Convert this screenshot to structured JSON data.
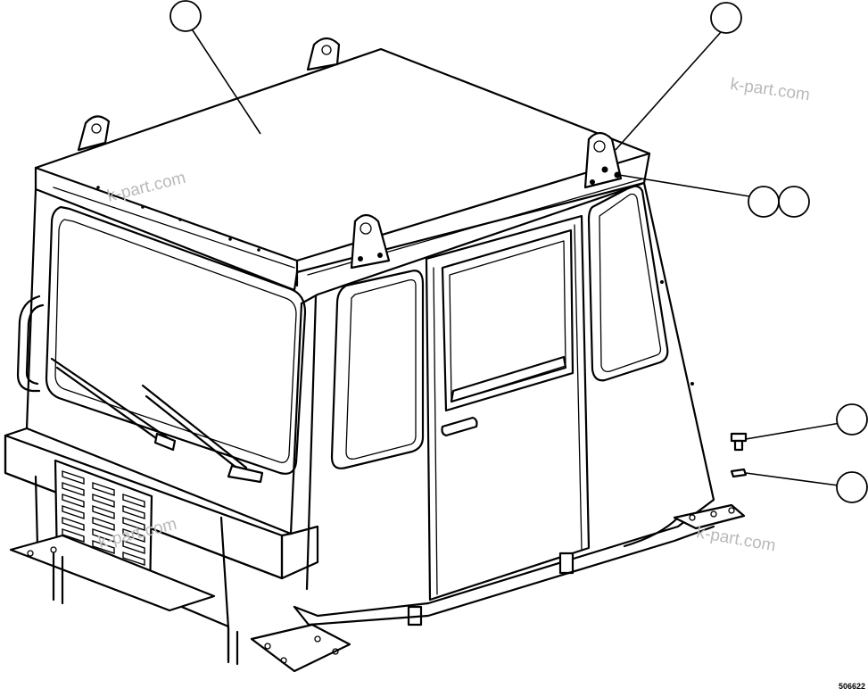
{
  "drawing": {
    "subject": "cab-assembly",
    "drawing_number": "506622"
  },
  "watermarks": [
    "k-part.com",
    "k-part.com",
    "k-part.com",
    "k-part.com"
  ],
  "callouts": [
    {
      "id": "roof",
      "label": ""
    },
    {
      "id": "lifting-eye",
      "label": ""
    },
    {
      "id": "bolt-washer-a",
      "label": ""
    },
    {
      "id": "bolt-washer-b",
      "label": ""
    },
    {
      "id": "bolt",
      "label": ""
    },
    {
      "id": "nut",
      "label": ""
    }
  ]
}
